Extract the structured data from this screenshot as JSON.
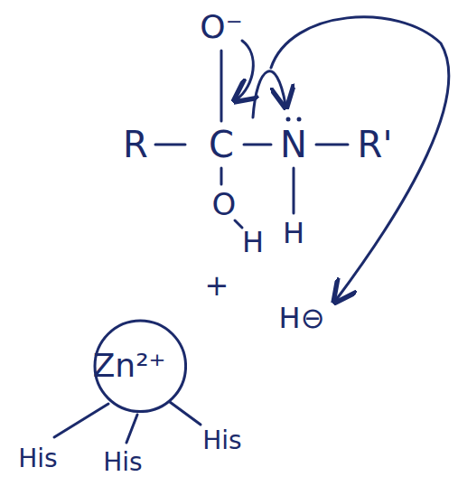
{
  "diagram": {
    "nodes": [
      {
        "text": [
          "Zn²⁺"
        ]
      }
    ],
    "labels": [
      "O⁻",
      "R",
      "C",
      "N",
      "R'",
      "O",
      "H",
      "H",
      "+",
      "H⊖",
      "His",
      "His",
      "His"
    ]
  }
}
